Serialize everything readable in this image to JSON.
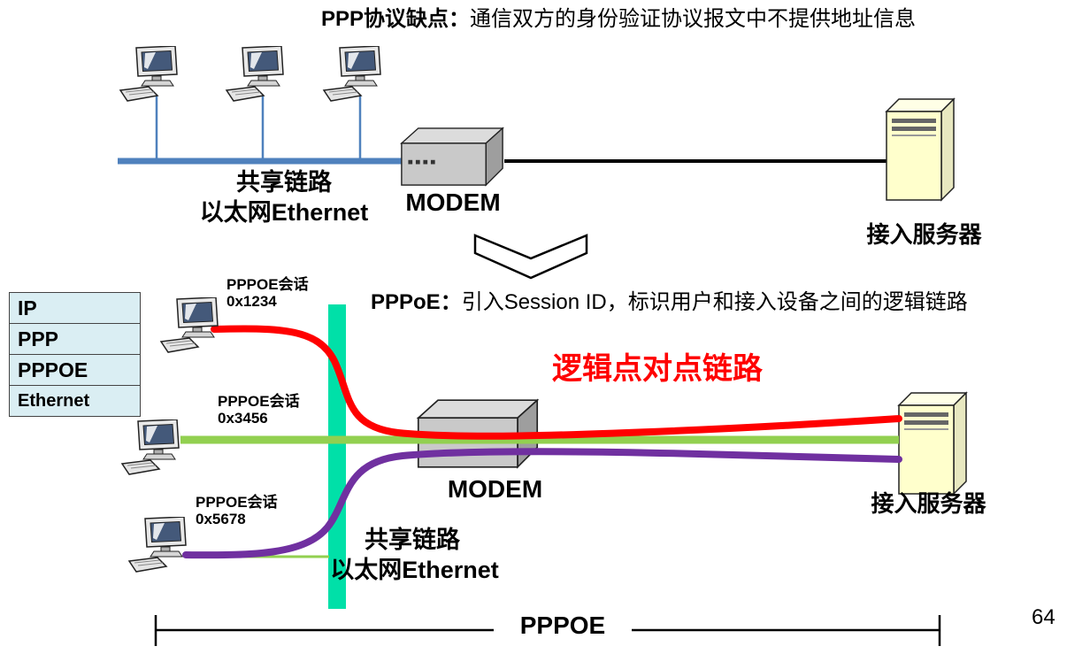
{
  "slide": {
    "page_number": "64"
  },
  "top": {
    "title_bold": "PPP协议缺点：",
    "title_rest": "通信双方的身份验证协议报文中不提供地址信息",
    "shared_link_line1": "共享链路",
    "shared_link_line2": "以太网Ethernet",
    "modem_label": "MODEM",
    "server_label": "接入服务器"
  },
  "bottom": {
    "intro_bold": "PPPoE：",
    "intro_rest": "引入Session ID，标识用户和接入设备之间的逻辑链路",
    "logical_link_label": "逻辑点对点链路",
    "modem_label": "MODEM",
    "server_label": "接入服务器",
    "shared_link_line1": "共享链路",
    "shared_link_line2": "以太网Ethernet",
    "pppoe_bracket_label": "PPPOE",
    "sessions": [
      {
        "title": "PPPOE会话",
        "id": "0x1234"
      },
      {
        "title": "PPPOE会话",
        "id": "0x3456"
      },
      {
        "title": "PPPOE会话",
        "id": "0x5678"
      }
    ],
    "protocol_stack": [
      "IP",
      "PPP",
      "PPPOE",
      "Ethernet"
    ]
  },
  "colors": {
    "ethernet-blue": "#4f81bd",
    "bar-green": "#00e0a8",
    "session-red": "#ff0000",
    "session-green": "#92d050",
    "session-purple": "#7030a0",
    "stack-bg": "#daeef3",
    "server-face": "#ffffcc",
    "server-top": "#ffffe6",
    "server-side": "#e8e8c0",
    "modem-front": "#c9c9c9",
    "modem-top": "#dcdcdc",
    "modem-side": "#9e9e9e",
    "accent-red": "#ff0000"
  }
}
